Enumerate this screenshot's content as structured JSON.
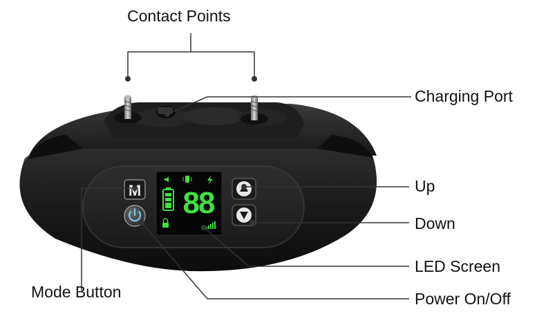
{
  "labels": {
    "contact_points": "Contact Points",
    "charging_port": "Charging Port",
    "up": "Up",
    "down": "Down",
    "led_screen": "LED Screen",
    "mode_button": "Mode Button",
    "power": "Power On/Off"
  },
  "device": {
    "mode_glyph": "M",
    "display_digits": "88"
  },
  "colors": {
    "device_body": "#1c1c1c",
    "panel": "#262626",
    "led_green": "#3fe03f",
    "led_bg": "#050505",
    "leader_line": "#333333"
  }
}
